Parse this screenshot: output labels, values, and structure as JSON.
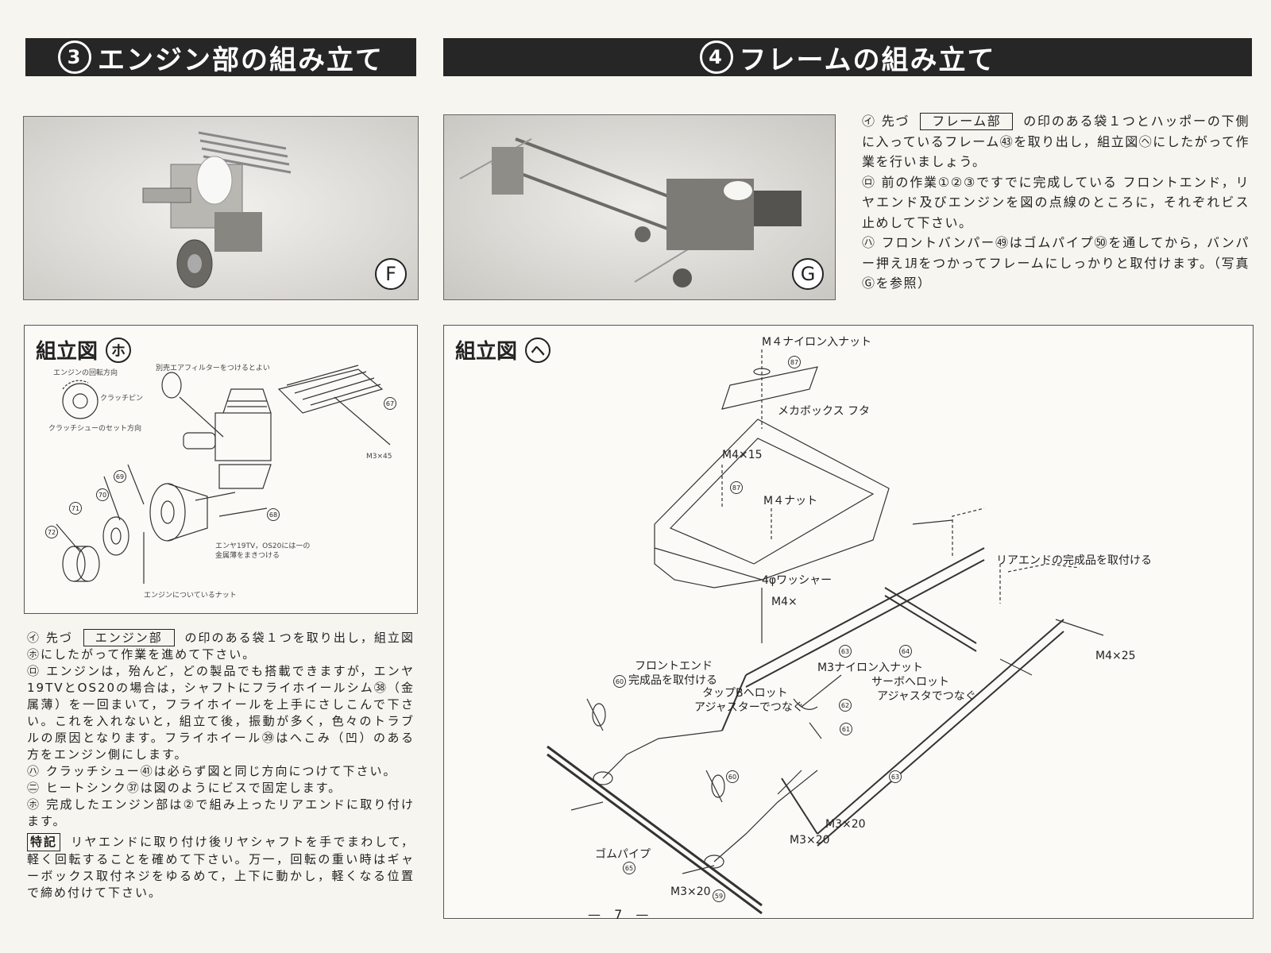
{
  "headers": {
    "left": {
      "num": "3",
      "title": "エンジン部の組み立て"
    },
    "right": {
      "num": "4",
      "title": "フレームの組み立て"
    }
  },
  "photos": {
    "f_label": "F",
    "g_label": "G"
  },
  "right_instructions": {
    "p1_pre": "㋑ 先づ",
    "p1_boxed": "フレーム部",
    "p1_post": "の印のある袋１つとハッポーの下側に入っているフレーム㊸を取り出し，組立図㋬にしたがって作業を行いましょう。",
    "p2": "㋺ 前の作業①②③ですでに完成している フロントエンド，リヤエンド及びエンジンを図の点線のところに，それぞれビス止めして下さい。",
    "p3": "㋩ フロントバンパー㊾はゴムパイプ㊿を通してから，バンパー押え㋀をつかってフレームにしっかりと取付けます。（写真Ⓖを参照）"
  },
  "diagram_ho": {
    "title": "組立図",
    "symbol": "ホ",
    "labels": {
      "engine_rotation": "エンジンの回転方向",
      "clutch_pin": "クラッチピン",
      "clutch_shoe_dir": "クラッチシューのセット方向",
      "air_filter": "別売エアフィルターをつけるとよい",
      "screw": "M3×45",
      "shim_note1": "エンヤ19TV，OS20には一の",
      "shim_note2": "金属薄をまきつける",
      "engine_nut": "エンジンについているナット",
      "r67": "67",
      "r68": "68",
      "r69": "69",
      "r70": "70",
      "r71": "71",
      "r72": "72"
    }
  },
  "left_instructions": {
    "p1_pre": "㋑ 先づ",
    "p1_boxed": "エンジン部",
    "p1_post": "の印のある袋１つを取り出し，組立図㋭にしたがって作業を進めて下さい。",
    "p2": "㋺ エンジンは，殆んど，どの製品でも搭載できますが，エンヤ19TVとOS20の場合は，シャフトにフライホイールシム㊳（金属薄）を一回まいて，フライホイールを上手にさしこんで下さい。これを入れないと，組立て後，振動が多く，色々のトラブルの原因となります。フライホイール㊴はへこみ（凹）のある方をエンジン側にします。",
    "p3": "㋩ クラッチシュー㊶は必らず図と同じ方向につけて下さい。",
    "p4": "㊁ ヒートシンク㊲は図のようにビスで固定します。",
    "p5": "㋭ 完成したエンジン部は②で組み上ったリアエンドに取り付けます。",
    "tokki": "特記",
    "p6": "リヤエンドに取り付け後リヤシャフトを手でまわして，軽く回転することを確めて下さい。万一，回転の重い時はギャーボックス取付ネジをゆるめて，上下に動かし，軽くなる位置で締め付けて下さい。"
  },
  "diagram_he": {
    "title": "組立図",
    "symbol": "ヘ",
    "labels": {
      "m4_nylon_nut": "M４ナイロン入ナット",
      "mecha_box_lid": "メカボックス フタ",
      "m4x15": "M4×15",
      "m4_nut": "M４ナット",
      "washer": "4φワッシャー",
      "m4x": "M4×",
      "rear_end": "リアエンドの完成品を取付ける",
      "m4x25": "M4×25",
      "front_end1": "フロントエンド",
      "front_end2": "完成品を取付ける",
      "m3_nylon_nut": "M3ナイロン入ナット",
      "tap_b": "タップBヘロット",
      "adjuster1": "アジャスターでつなぐ",
      "servo1": "サーボへロット",
      "servo2": "アジャスタでつなぐ",
      "gom_pipe": "ゴムパイプ",
      "m3x20_a": "M3×20",
      "m3x20_b": "M3×20",
      "m3x20_c": "M3×20",
      "r87a": "87",
      "r87b": "87",
      "r63a": "63",
      "r63b": "63",
      "r64": "64",
      "r60a": "60",
      "r60b": "60",
      "r61": "61",
      "r62": "62",
      "r65": "65",
      "r59": "59"
    }
  },
  "page_number": "— 7 —"
}
